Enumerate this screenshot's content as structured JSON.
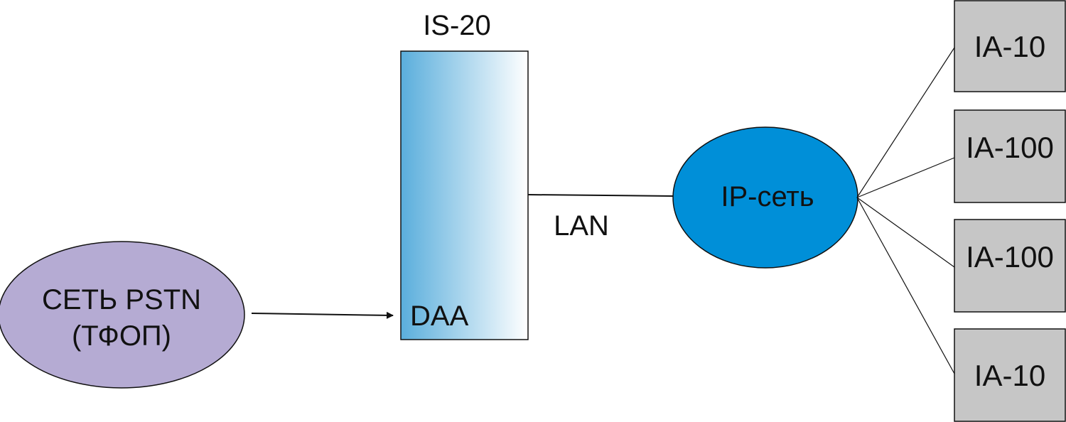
{
  "diagram": {
    "switch": {
      "title": "IS-20",
      "port_label": "DAA",
      "fill_from": "#5aaedc",
      "fill_to": "#ffffff"
    },
    "pstn": {
      "line1": "СЕТЬ PSTN",
      "line2": "(ТФОП)",
      "fill": "#b5abd3"
    },
    "link_label": "LAN",
    "ip_network": {
      "label": "IP-сеть",
      "fill": "#008fd8"
    },
    "devices": [
      {
        "label": "IA-10"
      },
      {
        "label": "IA-100"
      },
      {
        "label": "IA-100"
      },
      {
        "label": "IA-10"
      }
    ],
    "device_fill": "#c6c6c6"
  }
}
